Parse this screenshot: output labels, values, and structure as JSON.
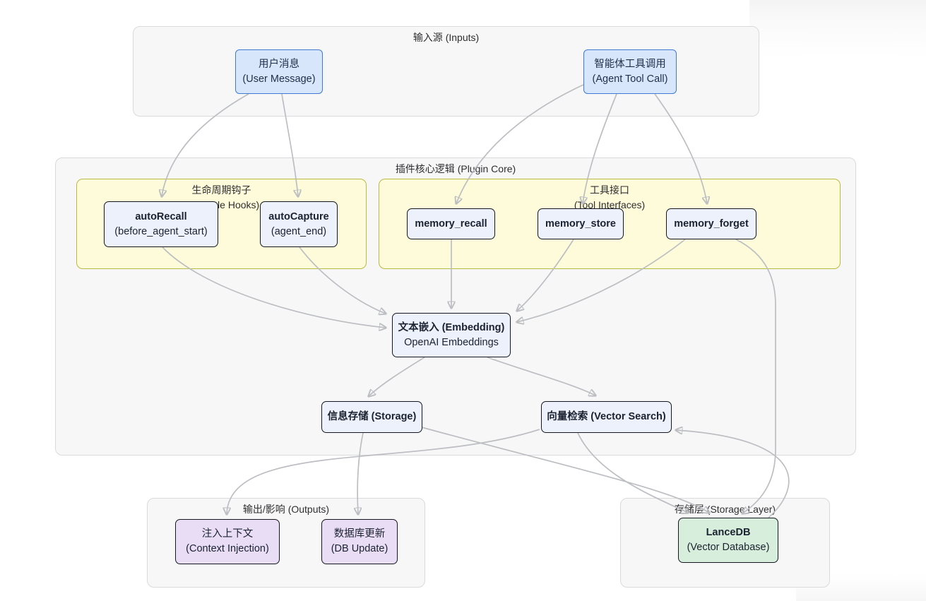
{
  "containers": {
    "inputs": {
      "label": "输入源 (Inputs)"
    },
    "plugin_core": {
      "label": "插件核心逻辑 (Plugin Core)"
    },
    "lifecycle": {
      "label_line1": "生命周期钩子",
      "label_line2": "(Lifecycle Hooks)"
    },
    "tools": {
      "label_line1": "工具接口",
      "label_line2": "(Tool Interfaces)"
    },
    "outputs": {
      "label": "输出/影响 (Outputs)"
    },
    "storage_layer": {
      "label": "存储层 (Storage Layer)"
    }
  },
  "nodes": {
    "user_message": {
      "title": "用户消息",
      "subtitle": "(User Message)"
    },
    "agent_tool_call": {
      "title": "智能体工具调用",
      "subtitle": "(Agent Tool Call)"
    },
    "auto_recall": {
      "title": "autoRecall",
      "subtitle": "(before_agent_start)"
    },
    "auto_capture": {
      "title": "autoCapture",
      "subtitle": "(agent_end)"
    },
    "memory_recall": {
      "title": "memory_recall"
    },
    "memory_store": {
      "title": "memory_store"
    },
    "memory_forget": {
      "title": "memory_forget"
    },
    "embedding": {
      "title": "文本嵌入 (Embedding)",
      "subtitle": "OpenAI Embeddings"
    },
    "storage": {
      "title": "信息存储 (Storage)"
    },
    "vector_search": {
      "title": "向量检索 (Vector Search)"
    },
    "context_injection": {
      "title": "注入上下文",
      "subtitle": "(Context Injection)"
    },
    "db_update": {
      "title": "数据库更新",
      "subtitle": "(DB Update)"
    },
    "lancedb": {
      "title": "LanceDB",
      "subtitle": "(Vector Database)"
    }
  },
  "edges": [
    {
      "from": "user_message",
      "to": "auto_recall"
    },
    {
      "from": "user_message",
      "to": "auto_capture"
    },
    {
      "from": "agent_tool_call",
      "to": "memory_recall"
    },
    {
      "from": "agent_tool_call",
      "to": "memory_store"
    },
    {
      "from": "agent_tool_call",
      "to": "memory_forget"
    },
    {
      "from": "auto_recall",
      "to": "embedding"
    },
    {
      "from": "auto_capture",
      "to": "embedding"
    },
    {
      "from": "memory_recall",
      "to": "embedding"
    },
    {
      "from": "memory_store",
      "to": "embedding"
    },
    {
      "from": "memory_forget",
      "to": "embedding"
    },
    {
      "from": "memory_forget",
      "to": "lancedb"
    },
    {
      "from": "embedding",
      "to": "storage"
    },
    {
      "from": "embedding",
      "to": "vector_search"
    },
    {
      "from": "storage",
      "to": "db_update"
    },
    {
      "from": "storage",
      "to": "lancedb"
    },
    {
      "from": "vector_search",
      "to": "context_injection"
    },
    {
      "from": "vector_search",
      "to": "lancedb"
    },
    {
      "from": "lancedb",
      "to": "vector_search"
    }
  ],
  "colors": {
    "container_fill": "#f7f7f8",
    "container_border": "#dadadc",
    "yellow_fill": "#fdfbd9",
    "yellow_border": "#b9ba42",
    "blue_fill": "#d7e6fb",
    "blue_border": "#4079d0",
    "core_fill": "#edf1fb",
    "core_border": "#14171d",
    "purple_fill": "#e9ddf6",
    "green_fill": "#d8eedc",
    "edge": "#bcbec2"
  }
}
